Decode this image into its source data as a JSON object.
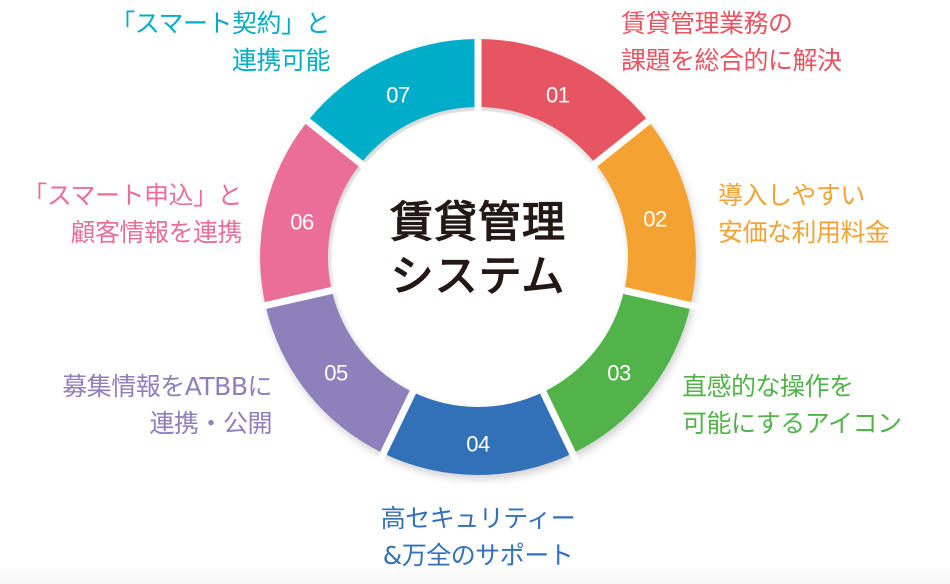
{
  "center": {
    "line1": "賃貸管理",
    "line2": "システム",
    "color": "#231815"
  },
  "segments": [
    {
      "num": "01",
      "color": "#e85562",
      "lines": [
        "賃貸管理業務の",
        "課題を総合的に解決"
      ]
    },
    {
      "num": "02",
      "color": "#f4a232",
      "lines": [
        "導入しやすい",
        "安価な利用料金"
      ]
    },
    {
      "num": "03",
      "color": "#53b34b",
      "lines": [
        "直感的な操作を",
        "可能にするアイコン"
      ]
    },
    {
      "num": "04",
      "color": "#3270b8",
      "lines": [
        "高セキュリティー",
        "&万全のサポート"
      ]
    },
    {
      "num": "05",
      "color": "#8d80bb",
      "lines": [
        "募集情報をATBBに",
        "連携・公開"
      ]
    },
    {
      "num": "06",
      "color": "#e96e98",
      "lines": [
        "「スマート申込」と",
        "顧客情報を連携"
      ]
    },
    {
      "num": "07",
      "color": "#03adc9",
      "lines": [
        "「スマート契約」と",
        "連携可能"
      ]
    }
  ]
}
